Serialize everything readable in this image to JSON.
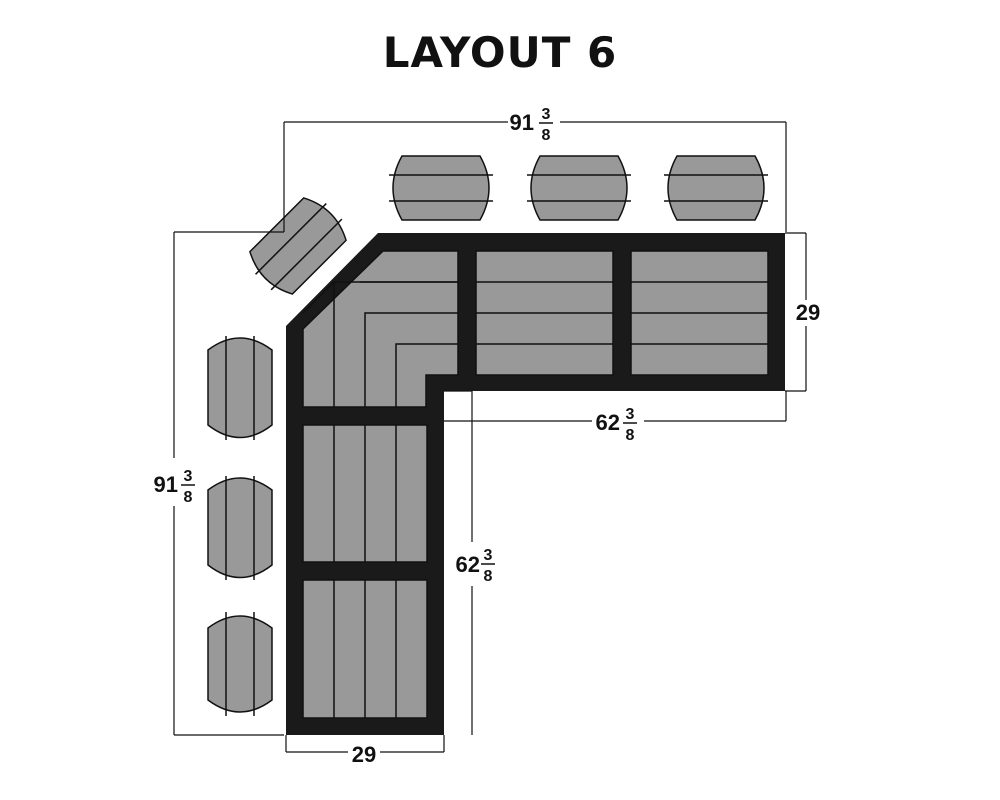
{
  "title": "LAYOUT 6",
  "dimensions": {
    "top_overall": {
      "whole": "91",
      "num": "3",
      "den": "8"
    },
    "left_overall": {
      "whole": "91",
      "num": "3",
      "den": "8"
    },
    "right_depth": "29",
    "bottom_depth": "29",
    "horizontal_seat": {
      "whole": "62",
      "num": "3",
      "den": "8"
    },
    "vertical_seat": {
      "whole": "62",
      "num": "3",
      "den": "8"
    }
  },
  "colors": {
    "frame": "#1a1a1a",
    "cushion": "#999999",
    "line": "#111111"
  }
}
